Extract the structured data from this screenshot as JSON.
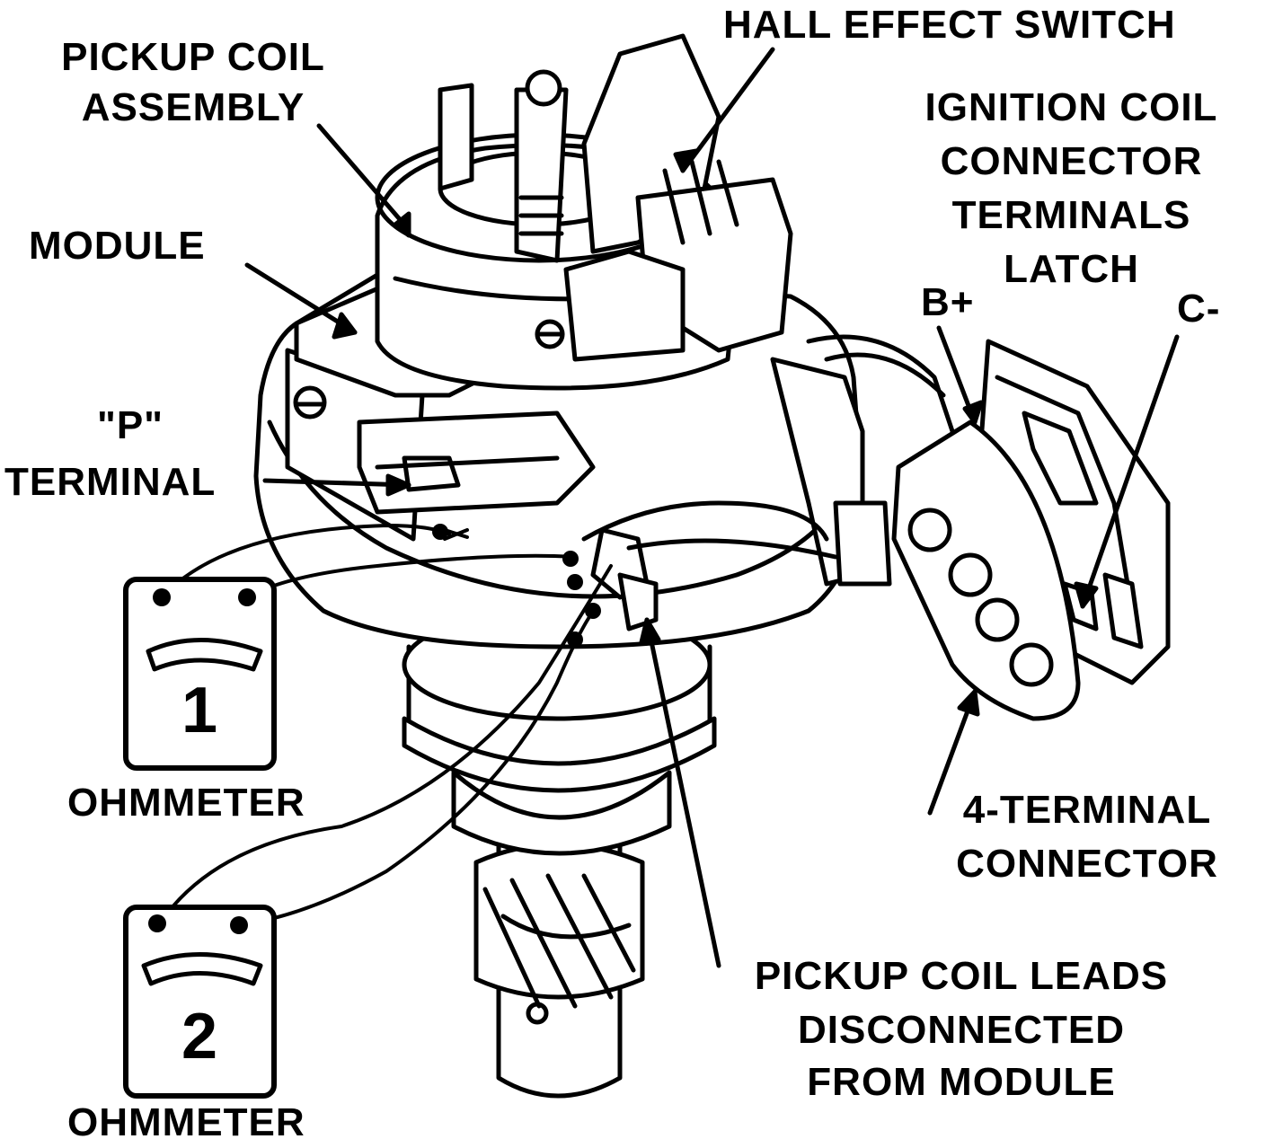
{
  "labels": {
    "hall_effect_switch": "HALL EFFECT SWITCH",
    "pickup_coil_assembly_1": "PICKUP COIL",
    "pickup_coil_assembly_2": "ASSEMBLY",
    "ignition_coil_1": "IGNITION COIL",
    "ignition_coil_2": "CONNECTOR",
    "ignition_coil_3": "TERMINALS",
    "ignition_coil_4": "LATCH",
    "module": "MODULE",
    "b_plus": "B+",
    "c_minus": "C-",
    "p_terminal_1": "\"P\"",
    "p_terminal_2": "TERMINAL",
    "four_terminal_1": "4-TERMINAL",
    "four_terminal_2": "CONNECTOR",
    "pickup_leads_1": "PICKUP COIL LEADS",
    "pickup_leads_2": "DISCONNECTED",
    "pickup_leads_3": "FROM MODULE"
  },
  "meters": [
    {
      "number": "1",
      "caption": "OHMMETER"
    },
    {
      "number": "2",
      "caption": "OHMMETER"
    }
  ]
}
